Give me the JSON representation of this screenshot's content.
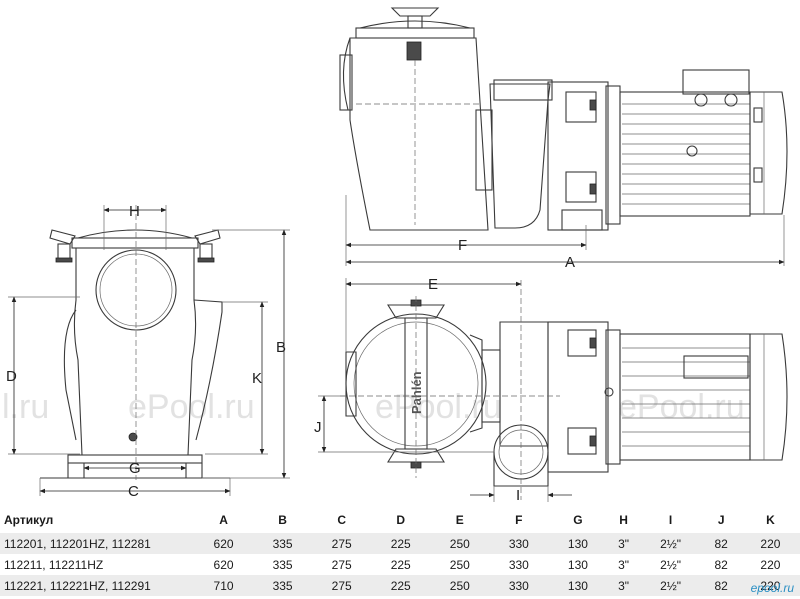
{
  "dimension_labels": {
    "A": "A",
    "B": "B",
    "C": "C",
    "D": "D",
    "E": "E",
    "F": "F",
    "G": "G",
    "H": "H",
    "I": "I",
    "J": "J",
    "K": "K"
  },
  "brand_mark": "Pahlén",
  "watermark": "ePool.ru",
  "watermark_left_fragment": "l.ru",
  "logo_text": "epool.ru",
  "table": {
    "headers": [
      "Артикул",
      "A",
      "B",
      "C",
      "D",
      "E",
      "F",
      "G",
      "H",
      "I",
      "J",
      "K"
    ],
    "rows": [
      [
        "112201, 112201HZ, 112281",
        "620",
        "335",
        "275",
        "225",
        "250",
        "330",
        "130",
        "3\"",
        "2½\"",
        "82",
        "220"
      ],
      [
        "112211, 112211HZ",
        "620",
        "335",
        "275",
        "225",
        "250",
        "330",
        "130",
        "3\"",
        "2½\"",
        "82",
        "220"
      ],
      [
        "112221, 112221HZ, 112291",
        "710",
        "335",
        "275",
        "225",
        "250",
        "330",
        "130",
        "3\"",
        "2½\"",
        "82",
        "220"
      ]
    ]
  }
}
